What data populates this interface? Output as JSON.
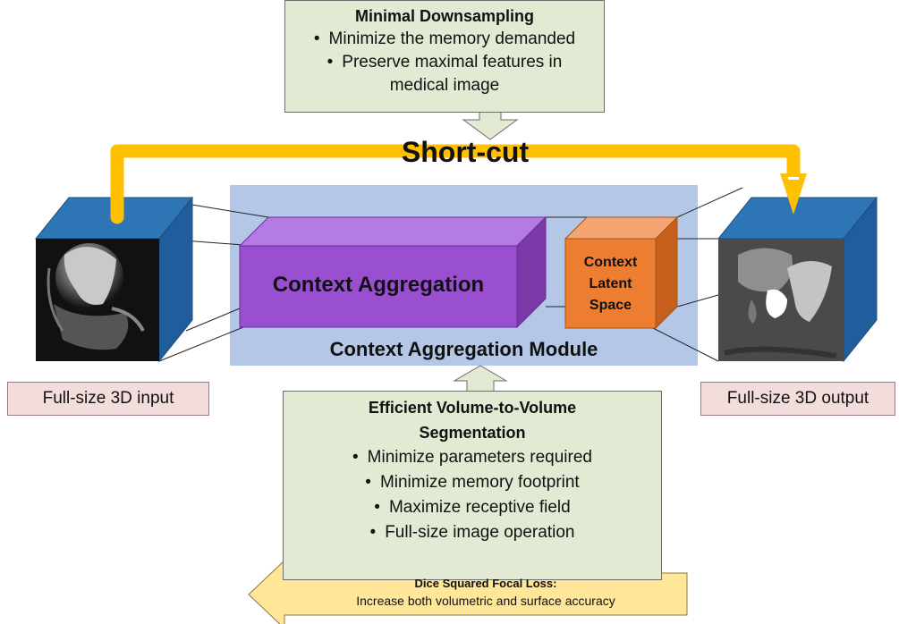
{
  "top_box": {
    "title": "Minimal Downsampling",
    "items": [
      "Minimize the memory demanded",
      "Preserve maximal features in medical image"
    ]
  },
  "shortcut_label": "Short-cut",
  "context_aggregation_label": "Context Aggregation",
  "latent_space_label": "Context Latent Space",
  "module_label": "Context Aggregation Module",
  "input_label": "Full-size 3D input",
  "output_label": "Full-size 3D output",
  "bottom_box": {
    "title": "Efficient Volume-to-Volume Segmentation",
    "items": [
      "Minimize parameters required",
      "Minimize memory footprint",
      "Maximize receptive field",
      "Full-size image operation"
    ]
  },
  "loss_box": {
    "title": "Dice Squared Focal Loss:",
    "subtitle": "Increase both volumetric and surface accuracy"
  },
  "colors": {
    "shortcut": "#ffc000",
    "module_bg": "#b4c7e7",
    "aggregation": "#9a4fd0",
    "latent": "#ed7d31",
    "cube_side": "#2e75b6",
    "box_bg": "#e2ead4",
    "label_bg": "#f3dcdc",
    "loss_bg": "#ffe699"
  }
}
